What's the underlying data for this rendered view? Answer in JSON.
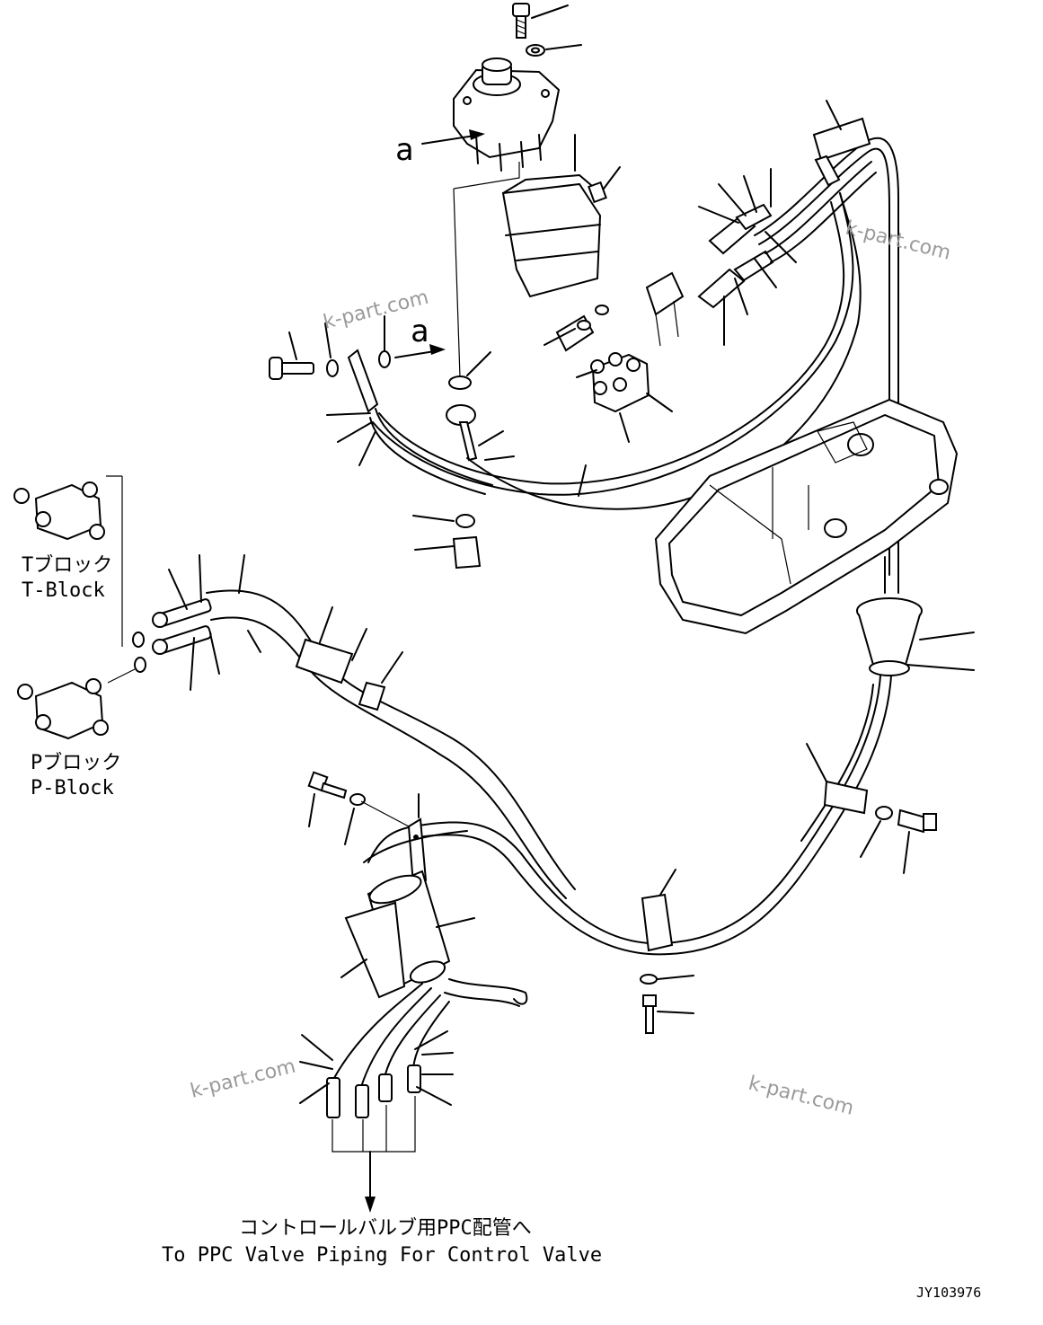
{
  "markers": {
    "a_top": "a",
    "a_left": "a"
  },
  "t_block": {
    "jp": "Tブロック",
    "en": "T-Block"
  },
  "p_block": {
    "jp": "Pブロック",
    "en": "P-Block"
  },
  "destination": {
    "jp": "コントロールバルブ用PPC配管へ",
    "en": "To PPC Valve Piping For Control Valve"
  },
  "watermarks": [
    "k-part.com",
    "k-part.com",
    "k-part.com",
    "k-part.com"
  ],
  "drawing_id": "JY103976"
}
